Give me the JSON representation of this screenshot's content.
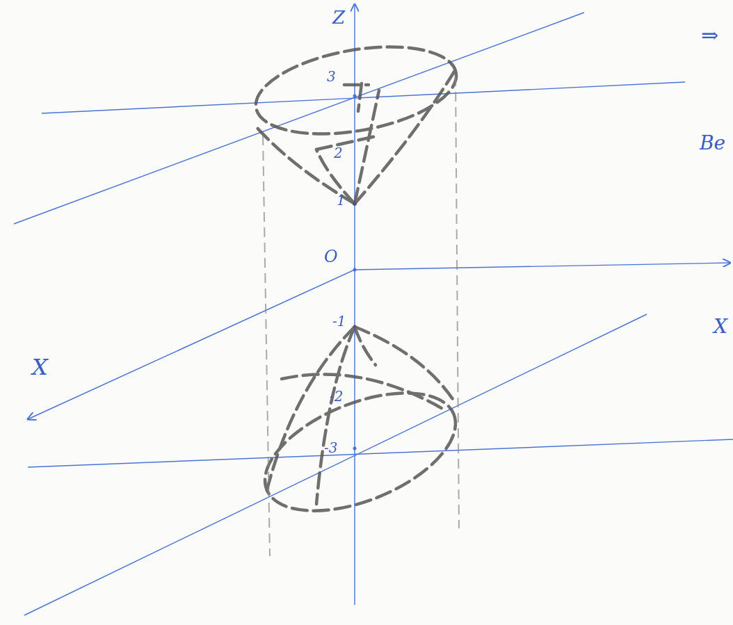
{
  "diagram": {
    "labels": [
      "Z",
      "3",
      "2",
      "1",
      "O",
      "-1",
      "-2",
      "-3",
      "X",
      "⇒",
      "Ве",
      "X"
    ]
  }
}
